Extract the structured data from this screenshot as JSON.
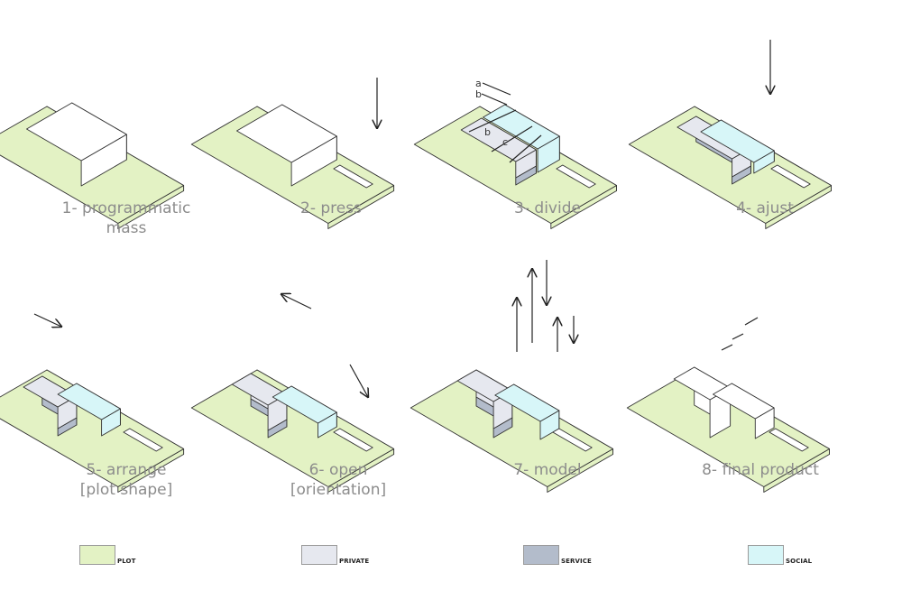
{
  "colors": {
    "plot": "#e3f2c4",
    "private": "#e6e8ef",
    "service": "#b3bccb",
    "social": "#d7f6f8",
    "mass": "#ffffff",
    "line": "#333333"
  },
  "steps": [
    {
      "line1": "1- programmatic",
      "line2": "mass"
    },
    {
      "line1": "2- press",
      "line2": ""
    },
    {
      "line1": "3- divide",
      "line2": ""
    },
    {
      "line1": "4- ajust",
      "line2": ""
    },
    {
      "line1": "5- arrange",
      "line2": "[plot shape]"
    },
    {
      "line1": "6- open",
      "line2": "[orientation]"
    },
    {
      "line1": "7- model",
      "line2": ""
    },
    {
      "line1": "8- final product",
      "line2": ""
    }
  ],
  "annotations": {
    "a": "a",
    "b": "b",
    "b2": "b",
    "c": "c"
  },
  "legend": [
    {
      "label": "PLOT",
      "color": "#e3f2c4"
    },
    {
      "label": "PRIVATE",
      "color": "#e6e8ef"
    },
    {
      "label": "SERVICE",
      "color": "#b3bccb"
    },
    {
      "label": "SOCIAL",
      "color": "#d7f6f8"
    }
  ]
}
